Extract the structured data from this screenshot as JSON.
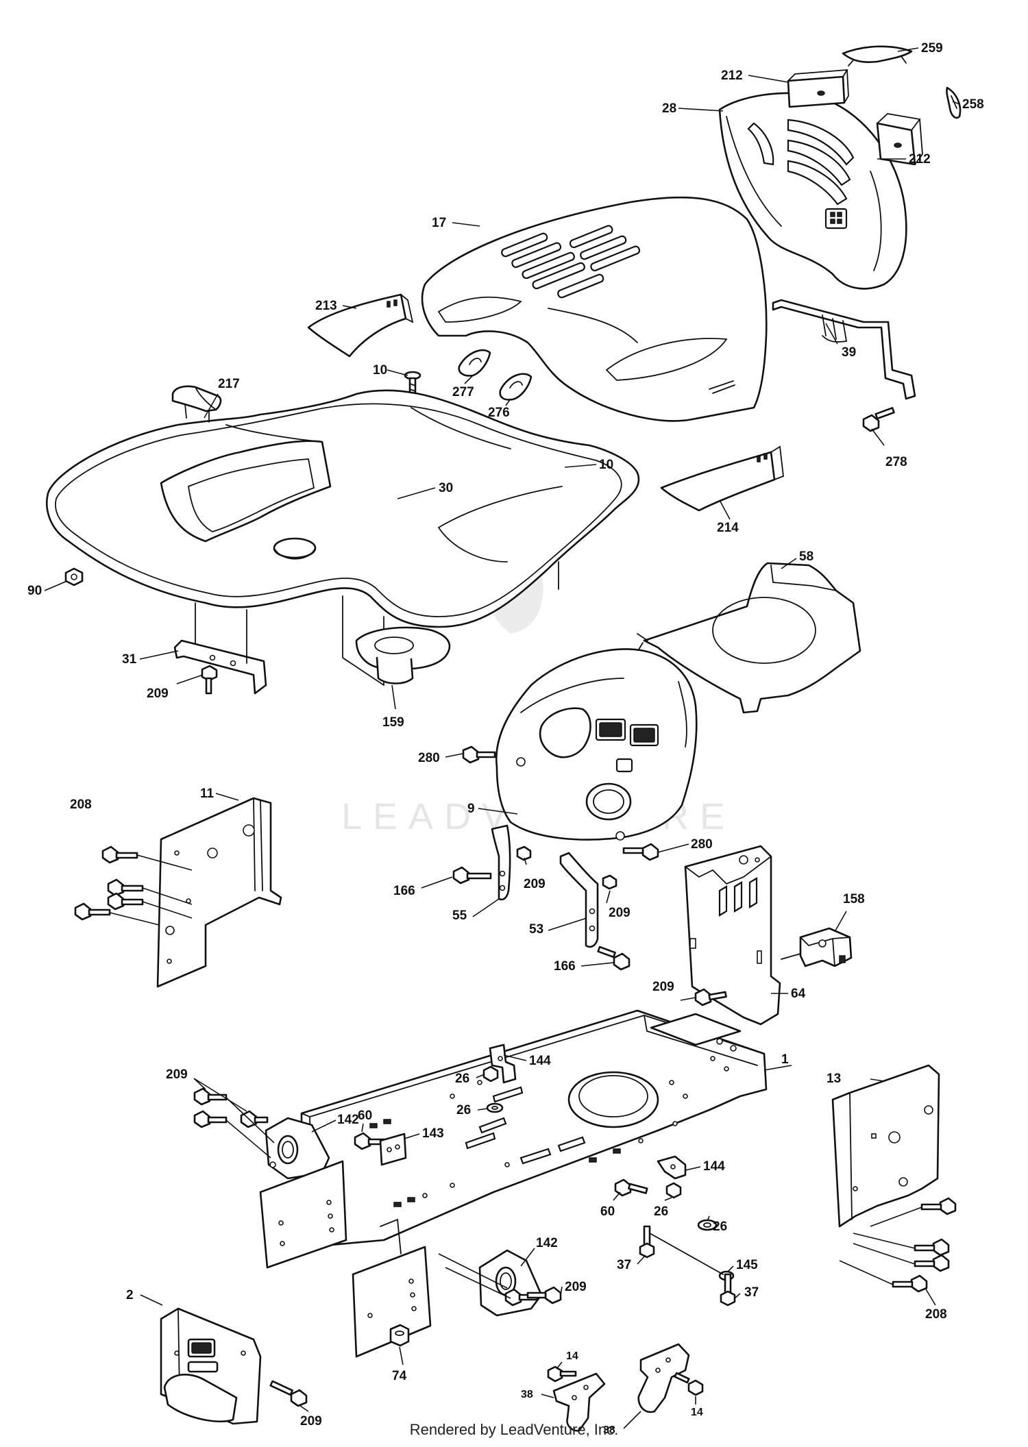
{
  "watermark": {
    "text": "LEADVENTURE"
  },
  "footer": {
    "text": "Rendered by LeadVenture, Inc."
  },
  "callouts": [
    {
      "id": "c259",
      "text": "259"
    },
    {
      "id": "c212a",
      "text": "212"
    },
    {
      "id": "c258",
      "text": "258"
    },
    {
      "id": "c28",
      "text": "28"
    },
    {
      "id": "c212b",
      "text": "212"
    },
    {
      "id": "c17",
      "text": "17"
    },
    {
      "id": "c213",
      "text": "213"
    },
    {
      "id": "c39",
      "text": "39"
    },
    {
      "id": "c10a",
      "text": "10"
    },
    {
      "id": "c217",
      "text": "217"
    },
    {
      "id": "c277",
      "text": "277"
    },
    {
      "id": "c276",
      "text": "276"
    },
    {
      "id": "c278",
      "text": "278"
    },
    {
      "id": "c10b",
      "text": "10"
    },
    {
      "id": "c30",
      "text": "30"
    },
    {
      "id": "c214",
      "text": "214"
    },
    {
      "id": "c90",
      "text": "90"
    },
    {
      "id": "c58",
      "text": "58"
    },
    {
      "id": "c31",
      "text": "31"
    },
    {
      "id": "c209a",
      "text": "209"
    },
    {
      "id": "c159",
      "text": "159"
    },
    {
      "id": "c280a",
      "text": "280"
    },
    {
      "id": "c208a",
      "text": "208"
    },
    {
      "id": "c11",
      "text": "11"
    },
    {
      "id": "c9",
      "text": "9"
    },
    {
      "id": "c280b",
      "text": "280"
    },
    {
      "id": "c209b",
      "text": "209"
    },
    {
      "id": "c166a",
      "text": "166"
    },
    {
      "id": "c55",
      "text": "55"
    },
    {
      "id": "c209c",
      "text": "209"
    },
    {
      "id": "c53",
      "text": "53"
    },
    {
      "id": "c158",
      "text": "158"
    },
    {
      "id": "c166b",
      "text": "166"
    },
    {
      "id": "c209d",
      "text": "209"
    },
    {
      "id": "c64",
      "text": "64"
    },
    {
      "id": "c1",
      "text": "1"
    },
    {
      "id": "c144a",
      "text": "144"
    },
    {
      "id": "c13",
      "text": "13"
    },
    {
      "id": "c209e",
      "text": "209"
    },
    {
      "id": "c26a",
      "text": "26"
    },
    {
      "id": "c26b",
      "text": "26"
    },
    {
      "id": "c60a",
      "text": "60"
    },
    {
      "id": "c142a",
      "text": "142"
    },
    {
      "id": "c143",
      "text": "143"
    },
    {
      "id": "c144b",
      "text": "144"
    },
    {
      "id": "c60b",
      "text": "60"
    },
    {
      "id": "c26c",
      "text": "26"
    },
    {
      "id": "c26d",
      "text": "26"
    },
    {
      "id": "c142b",
      "text": "142"
    },
    {
      "id": "c37a",
      "text": "37"
    },
    {
      "id": "c145",
      "text": "145"
    },
    {
      "id": "c209f",
      "text": "209"
    },
    {
      "id": "c37b",
      "text": "37"
    },
    {
      "id": "c2",
      "text": "2"
    },
    {
      "id": "c74",
      "text": "74"
    },
    {
      "id": "c208b",
      "text": "208"
    },
    {
      "id": "c14a",
      "text": "14"
    },
    {
      "id": "c38a",
      "text": "38"
    },
    {
      "id": "c209g",
      "text": "209"
    },
    {
      "id": "c38b",
      "text": "38"
    },
    {
      "id": "c14b",
      "text": "14"
    }
  ]
}
